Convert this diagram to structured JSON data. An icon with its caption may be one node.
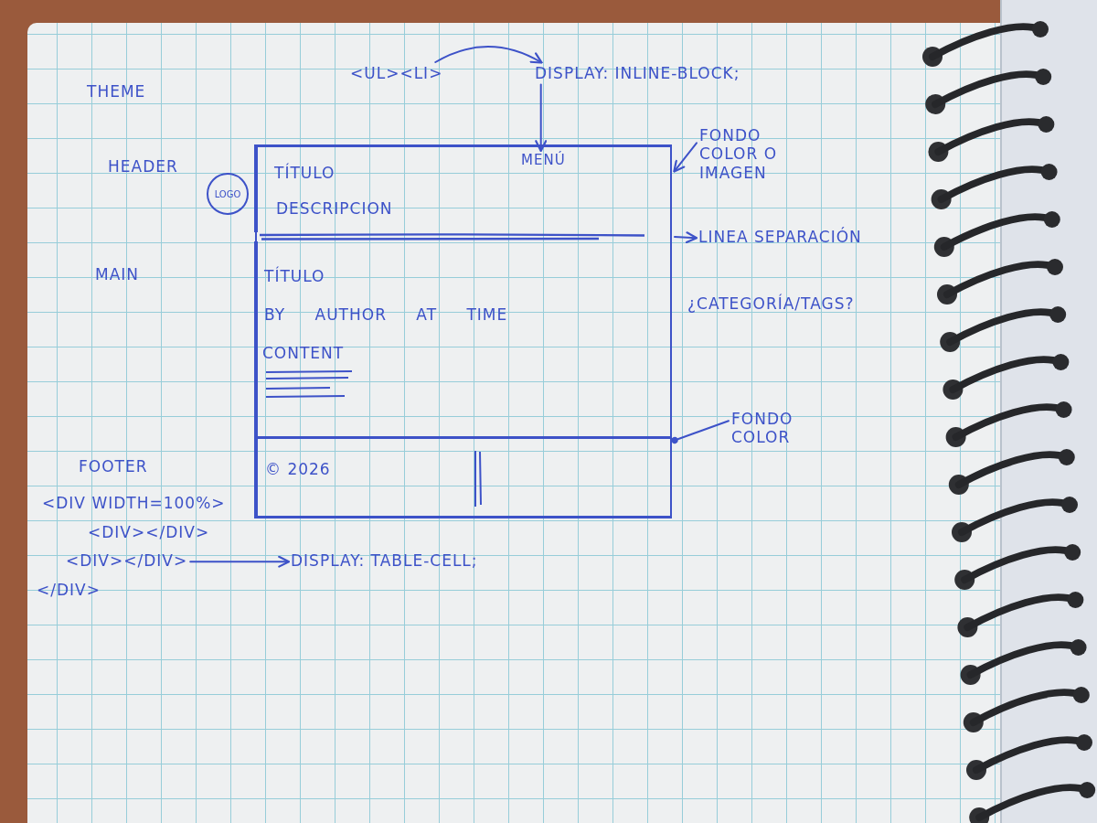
{
  "diagram": {
    "title": "THEME",
    "nodes": [
      {
        "text": [
          "<UL><LI>"
        ]
      },
      {
        "text": [
          "DISPLAY: INLINE-BLOCK;"
        ]
      },
      {
        "text": [
          "TÍTULO",
          "DESCRIPCION"
        ]
      },
      {
        "text": [
          "MENÚ"
        ],
        "in": 2
      },
      {
        "text": [
          "FONDO COLOR O IMAGEN"
        ]
      },
      {
        "text": [
          "LOGO"
        ]
      },
      {
        "text": [],
        "shape": "line"
      },
      {
        "text": [
          "LINEA SEPARACIÓN"
        ]
      },
      {
        "text": [
          "TÍTULO",
          "BY AUTHOR AT TIME",
          "CONTENT"
        ],
        "beside": [
          "¿CATEGORÍA/TAGS?"
        ]
      },
      {
        "text": [
          "© 2026"
        ]
      },
      {
        "text": [
          "FONDO COLOR"
        ]
      },
      {
        "text": [
          "<DIV></DIV>"
        ]
      },
      {
        "text": [
          "DISPLAY: TABLE-CELL;"
        ]
      }
    ],
    "edges": [
      {
        "from": 0,
        "to": 1,
        "arrow": "to"
      },
      {
        "from": 1,
        "to": 3,
        "arrow": "to"
      },
      {
        "from": 4,
        "to": 2,
        "arrow": "to"
      },
      {
        "from": 6,
        "to": 7,
        "arrow": "to"
      },
      {
        "from": 10,
        "to": 9,
        "arrow": "other"
      },
      {
        "from": 11,
        "to": 12,
        "arrow": "to"
      }
    ],
    "labels": [
      "HEADER",
      "MAIN",
      "FOOTER",
      "<DIV WIDTH=100%>",
      "<DIV></DIV>",
      "</DIV>"
    ]
  }
}
